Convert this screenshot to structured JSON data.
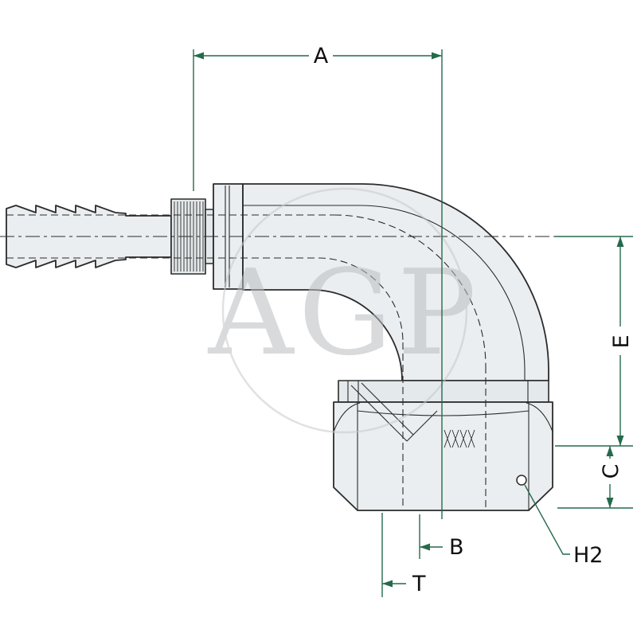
{
  "meta": {
    "type": "technical-drawing",
    "subject": "90-degree elbow hydraulic hose fitting with female swivel nut, dimensional drawing"
  },
  "watermark": {
    "text": "AGP"
  },
  "dimensions": {
    "a": {
      "label": "A",
      "meaning": "horizontal length dimension (top)"
    },
    "b": {
      "label": "B",
      "meaning": "horizontal offset dimension (bottom center)"
    },
    "c": {
      "label": "C",
      "meaning": "vertical nut-height dimension (right, lower)"
    },
    "e": {
      "label": "E",
      "meaning": "vertical drop dimension (right, upper)"
    },
    "t": {
      "label": "T",
      "meaning": "horizontal offset dimension (bottom left)"
    },
    "h2": {
      "label": "H2",
      "meaning": "callout to small hole on nut face"
    }
  },
  "colors": {
    "dimension_line": "#256a4b",
    "drawing_line": "#2b2b2b",
    "watermark": "#b9bdbf",
    "background": "#ffffff"
  }
}
